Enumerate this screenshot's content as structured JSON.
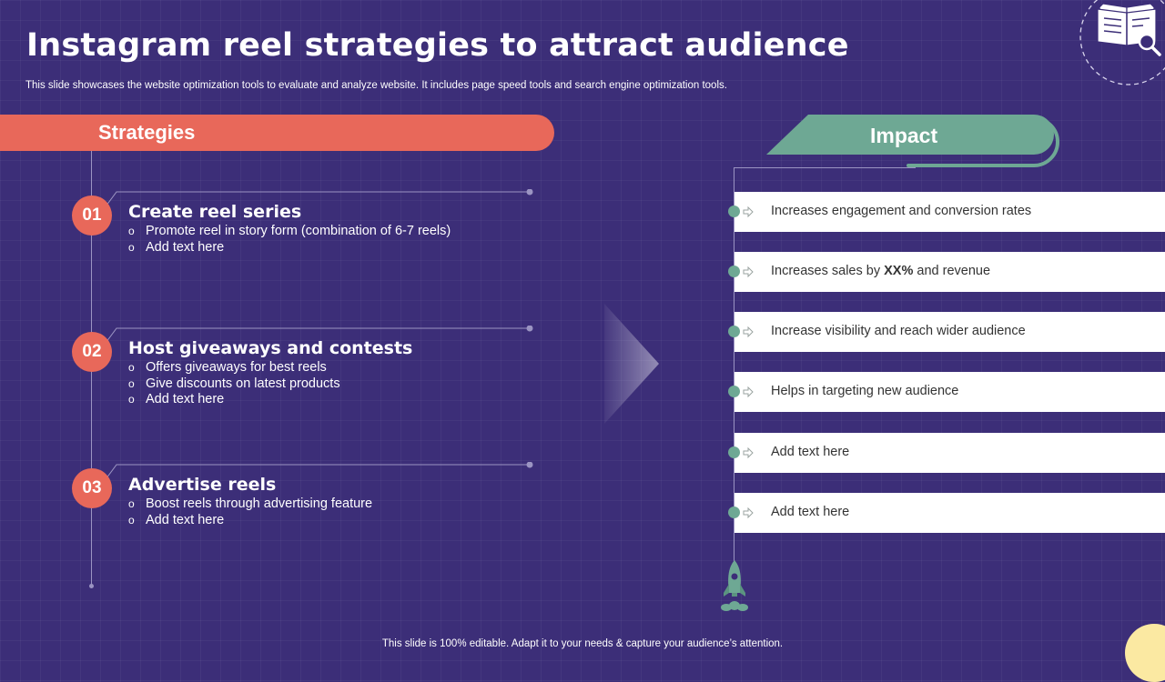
{
  "slide": {
    "title": "Instagram reel strategies to attract audience",
    "subtitle": "This slide showcases the website optimization tools to evaluate and analyze website. It includes page speed tools and search engine optimization tools.",
    "footer": "This slide is 100% editable. Adapt it to your needs & capture your audience’s attention."
  },
  "strategies": {
    "header": "Strategies",
    "items": [
      {
        "number": "01",
        "title": "Create reel series",
        "bullets": [
          "Promote reel in story form (combination of 6-7 reels)",
          "Add text here"
        ]
      },
      {
        "number": "02",
        "title": "Host giveaways and contests",
        "bullets": [
          "Offers giveaways for best reels",
          "Give discounts on latest products",
          "Add text here"
        ]
      },
      {
        "number": "03",
        "title": "Advertise reels",
        "bullets": [
          "Boost reels through advertising feature",
          "Add text here"
        ]
      }
    ]
  },
  "impact": {
    "header": "Impact",
    "rows": [
      {
        "before": "Increases engagement and conversion rates",
        "bold": "",
        "after": ""
      },
      {
        "before": "Increases sales by ",
        "bold": "XX%",
        "after": " and revenue"
      },
      {
        "before": "Increase visibility and reach wider audience",
        "bold": "",
        "after": ""
      },
      {
        "before": "Helps in targeting new audience",
        "bold": "",
        "after": ""
      },
      {
        "before": "Add text here",
        "bold": "",
        "after": ""
      },
      {
        "before": "Add text here",
        "bold": "",
        "after": ""
      }
    ]
  },
  "icons": {
    "book": "open-book-magnifier-icon",
    "rocket": "rocket-icon",
    "bullet": "o"
  },
  "colors": {
    "background": "#3c2e78",
    "coral": "#e8685a",
    "teal": "#6ea894",
    "white": "#ffffff"
  }
}
